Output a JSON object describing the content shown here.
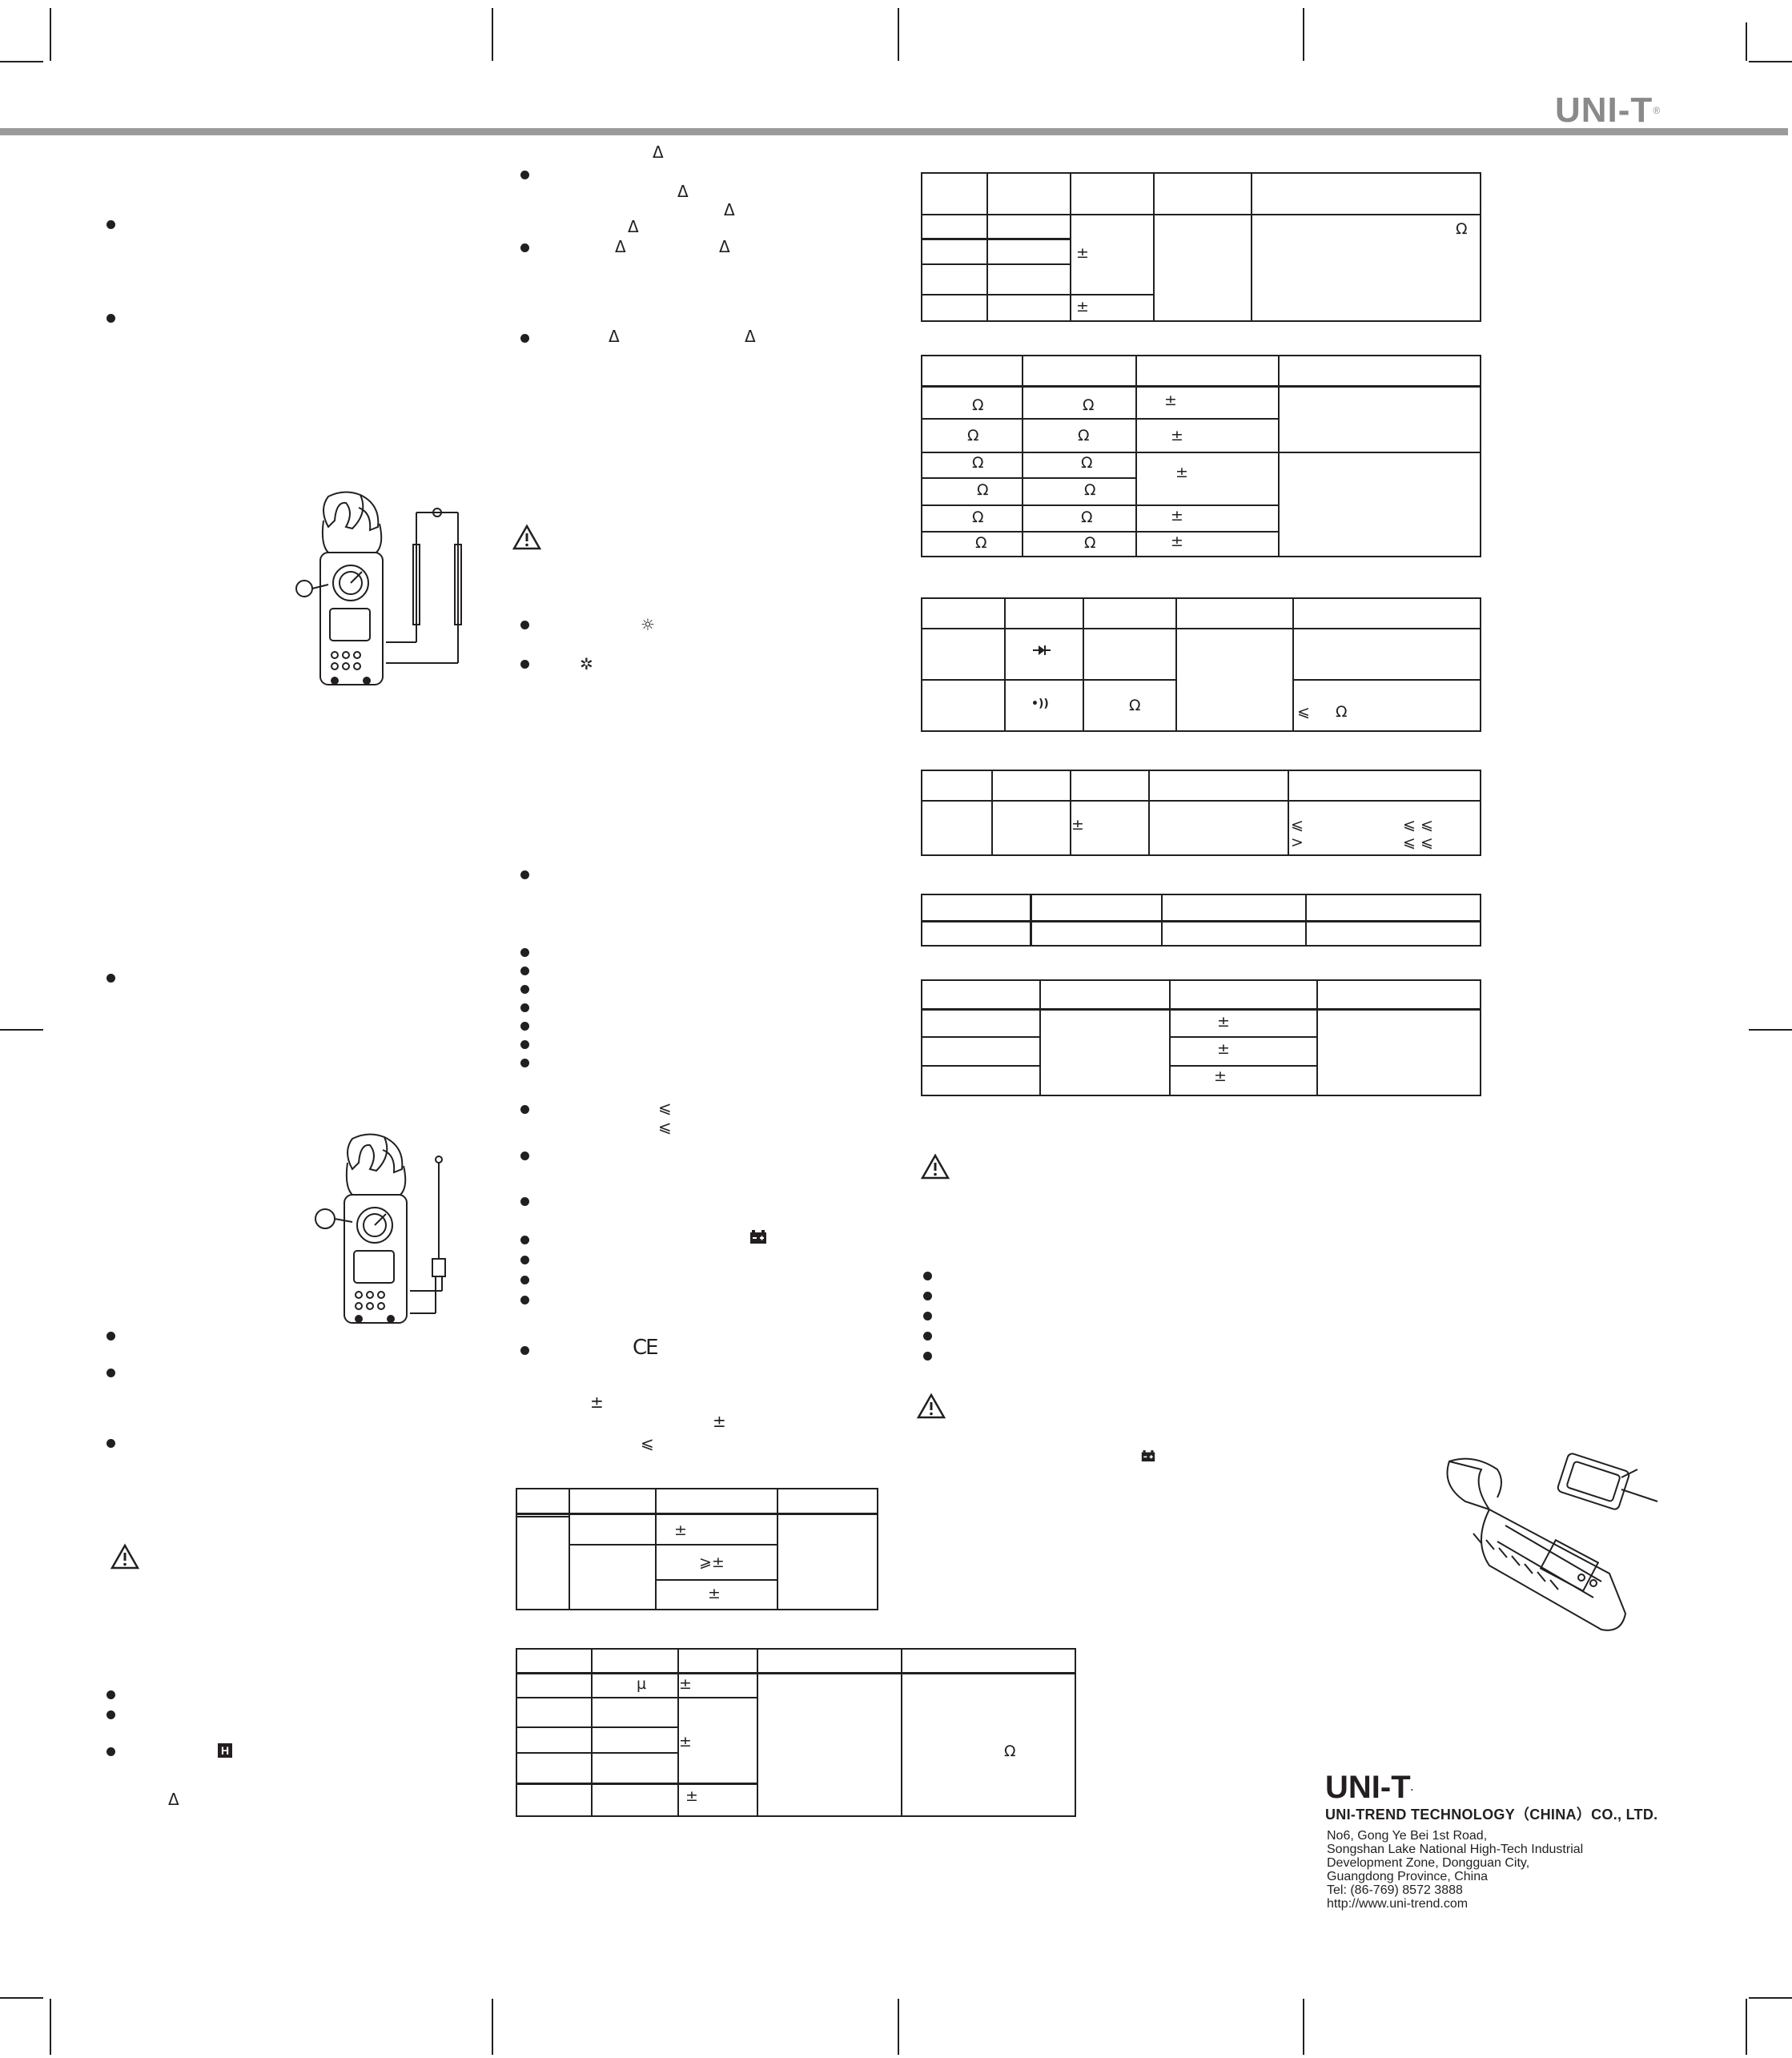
{
  "header": {
    "brand": "UNI-T",
    "registered_mark": "®"
  },
  "symbols": {
    "bullet": "●",
    "delta": "Δ",
    "warning": "⚠",
    "ohm": "Ω",
    "plus_minus": "±",
    "le": "⩽",
    "ge_pm": "⩾±",
    "gt": ">",
    "mu": "µ",
    "sun": "☼",
    "sun2": "✲",
    "ce": "CE",
    "hold": "H",
    "le_pair": "⩽ ⩽"
  },
  "footer": {
    "logo": "UNI-T",
    "registered_mark": ".",
    "company": "UNI-TREND TECHNOLOGY（CHINA）CO., LTD.",
    "address_lines": [
      "No6, Gong Ye Bei 1st Road,",
      "Songshan Lake National High-Tech Industrial",
      "Development Zone, Dongguan City,",
      "Guangdong Province, China",
      "Tel:  (86-769) 8572 3888",
      "http://www.uni-trend.com"
    ]
  },
  "colors": {
    "ink": "#231f20",
    "rule_gray": "#9b9b9b",
    "logo_gray": "#8a8a8a"
  },
  "icons": [
    "warning-icon",
    "backlight-icon",
    "battery-icon",
    "diode-icon",
    "continuity-icon",
    "hold-icon",
    "ce-mark-icon"
  ]
}
